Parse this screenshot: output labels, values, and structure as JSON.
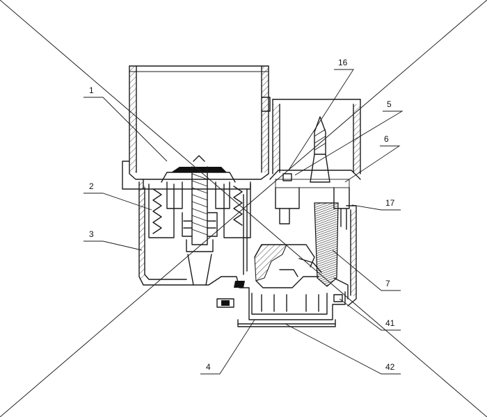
{
  "diagram": {
    "part_labels": [
      {
        "id": "label-1",
        "text": "1"
      },
      {
        "id": "label-2",
        "text": "2"
      },
      {
        "id": "label-3",
        "text": "3"
      },
      {
        "id": "label-4",
        "text": "4"
      },
      {
        "id": "label-5",
        "text": "5"
      },
      {
        "id": "label-6",
        "text": "6"
      },
      {
        "id": "label-7",
        "text": "7"
      },
      {
        "id": "label-16",
        "text": "16"
      },
      {
        "id": "label-17",
        "text": "17"
      },
      {
        "id": "label-41",
        "text": "41"
      },
      {
        "id": "label-42",
        "text": "42"
      }
    ],
    "overlay": "cross-out"
  }
}
